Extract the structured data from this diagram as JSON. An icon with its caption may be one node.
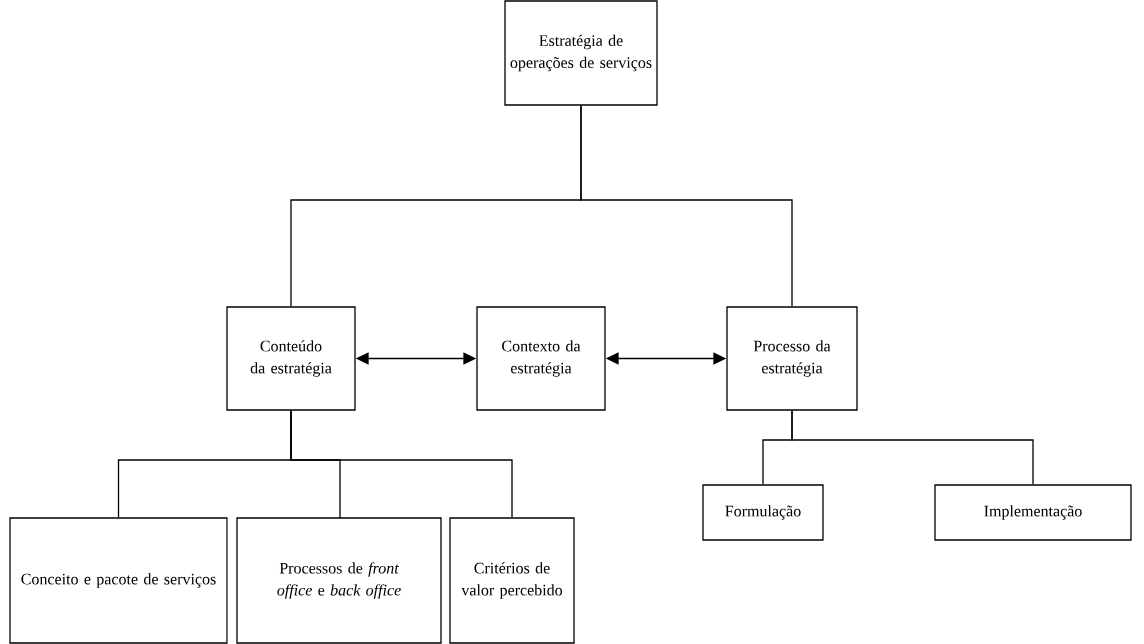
{
  "diagram": {
    "nodes": [
      {
        "text": [
          "Estratégia de operações de serviços"
        ]
      },
      {
        "text": [
          "Conteúdo da estratégia"
        ]
      },
      {
        "text": [
          "Contexto da estratégia"
        ]
      },
      {
        "text": [
          "Processo da estratégia"
        ]
      },
      {
        "text": [
          "Conceito e pacote de serviços"
        ]
      },
      {
        "text": [
          "Processos de *front office* e *back office*"
        ]
      },
      {
        "text": [
          "Critérios de valor percebido"
        ]
      },
      {
        "text": [
          "Formulação"
        ]
      },
      {
        "text": [
          "Implementação"
        ]
      }
    ],
    "edges": [
      {
        "from": 0,
        "to": 1,
        "arrow": "none"
      },
      {
        "from": 0,
        "to": 3,
        "arrow": "none"
      },
      {
        "from": 1,
        "to": 2,
        "arrow": "both"
      },
      {
        "from": 2,
        "to": 3,
        "arrow": "both"
      },
      {
        "from": 1,
        "to": 4,
        "arrow": "none"
      },
      {
        "from": 1,
        "to": 5,
        "arrow": "none"
      },
      {
        "from": 1,
        "to": 6,
        "arrow": "none"
      },
      {
        "from": 3,
        "to": 7,
        "arrow": "none"
      },
      {
        "from": 3,
        "to": 8,
        "arrow": "none"
      }
    ]
  }
}
